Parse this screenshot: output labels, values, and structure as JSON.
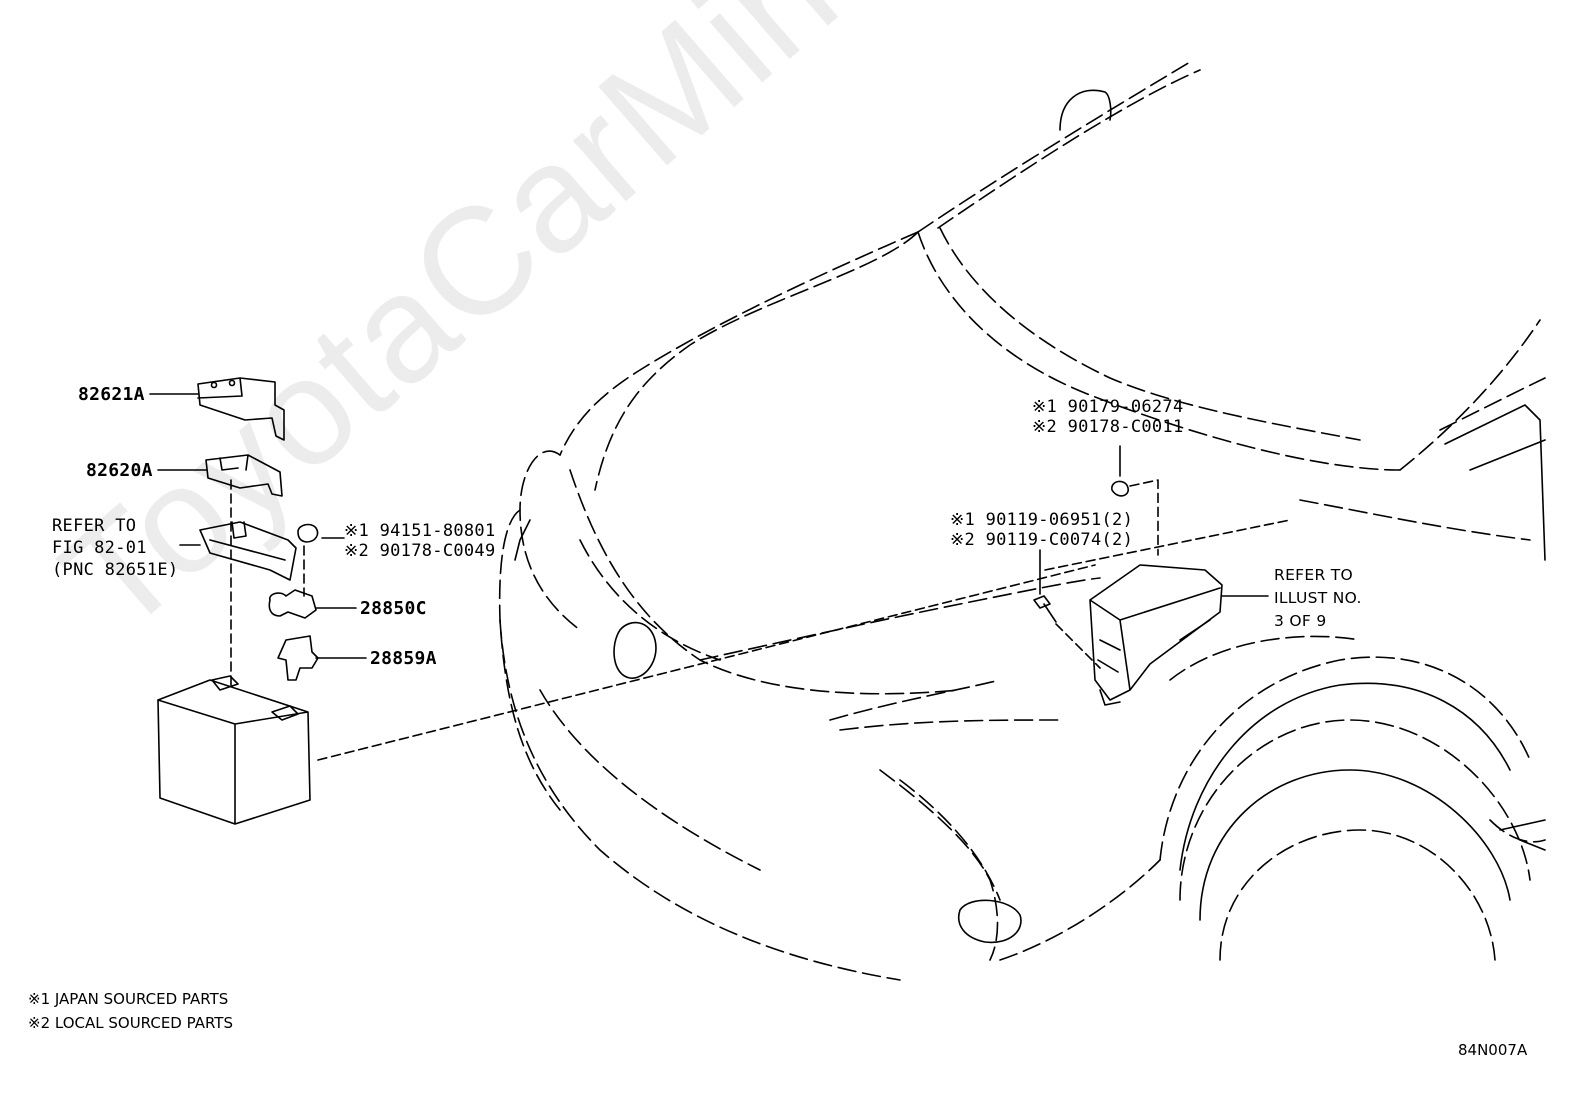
{
  "watermark": "ToyotaCarMine.ru",
  "parts": {
    "p82621A": "82621A",
    "p82620A": "82620A",
    "p28850C": "28850C",
    "p28859A": "28859A",
    "ref_left_1": "REFER TO",
    "ref_left_2": "FIG 82-01",
    "ref_left_3": "(PNC 82651E)",
    "nut_left_1": "※1 94151-80801",
    "nut_left_2": "※2 90178-C0049",
    "nut_top_1": "※1 90179-06274",
    "nut_top_2": "※2 90178-C0011",
    "bolt_1": "※1 90119-06951(2)",
    "bolt_2": "※2 90119-C0074(2)",
    "ref_right_1": "REFER TO",
    "ref_right_2": "ILLUST NO.",
    "ref_right_3": "3 OF 9"
  },
  "legend": {
    "note1": "※1 JAPAN SOURCED PARTS",
    "note2": "※2 LOCAL SOURCED PARTS"
  },
  "figure_code": "84N007A"
}
